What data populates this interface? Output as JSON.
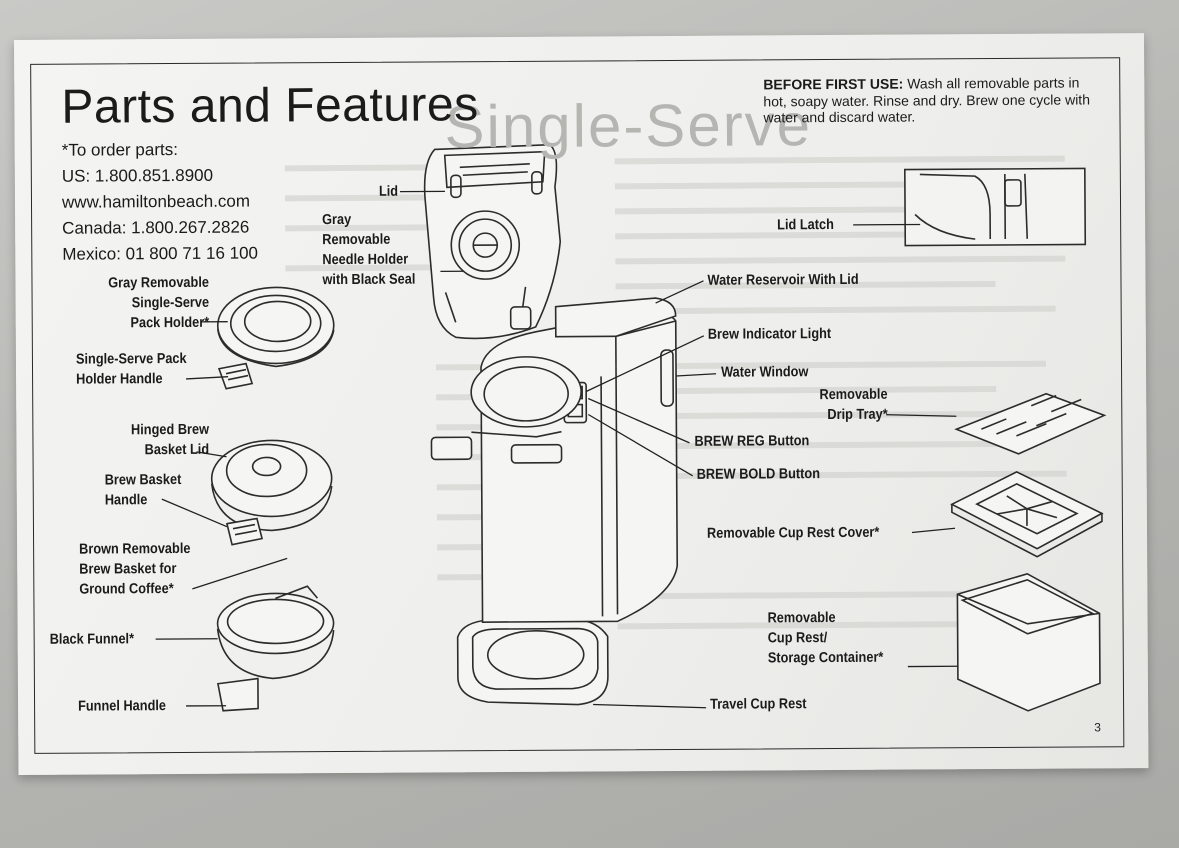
{
  "title": "Parts and Features",
  "order_info": {
    "heading": "*To order parts:",
    "us": "US: 1.800.851.8900",
    "web": "www.hamiltonbeach.com",
    "canada": "Canada: 1.800.267.2826",
    "mexico": "Mexico: 01 800 71 16 100"
  },
  "before_first_use": {
    "label": "BEFORE FIRST USE:",
    "text": "Wash all removable parts in hot, soapy water. Rinse and dry. Brew one cycle with water and discard water."
  },
  "labels": {
    "lid": "Lid",
    "needle_holder": "Gray\nRemovable\nNeedle Holder\nwith Black Seal",
    "gray_pack_holder": "Gray Removable\nSingle-Serve\nPack Holder*",
    "pack_holder_handle": "Single-Serve Pack\nHolder Handle",
    "hinged_lid": "Hinged Brew\nBasket Lid",
    "basket_handle": "Brew Basket\nHandle",
    "brown_basket": "Brown Removable\nBrew Basket for\nGround Coffee*",
    "black_funnel": "Black Funnel*",
    "funnel_handle": "Funnel Handle",
    "lid_latch": "Lid Latch",
    "water_reservoir": "Water Reservoir With Lid",
    "brew_indicator": "Brew Indicator Light",
    "water_window": "Water Window",
    "drip_tray": "Removable\nDrip Tray*",
    "brew_reg": "BREW REG Button",
    "brew_bold": "BREW BOLD Button",
    "cup_rest_cover": "Removable Cup Rest Cover*",
    "cup_rest": "Removable\nCup Rest/\nStorage Container*",
    "travel_cup": "Travel Cup Rest"
  },
  "page_number": "3"
}
